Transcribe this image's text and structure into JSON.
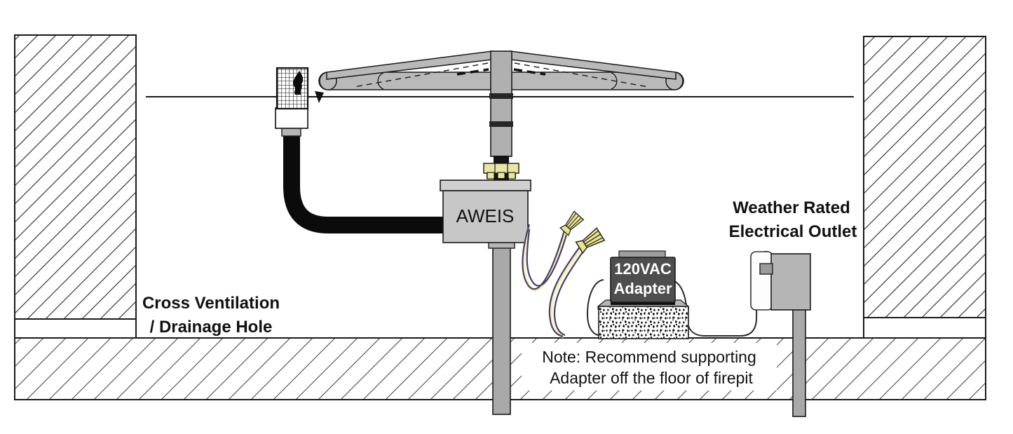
{
  "labels": {
    "aweis": "AWEIS",
    "adapter": {
      "line1": "120VAC",
      "line2": "Adapter"
    },
    "outlet": {
      "line1": "Weather Rated",
      "line2": "Electrical Outlet"
    },
    "vent": {
      "line1": "Cross Ventilation",
      "line2": "/ Drainage Hole"
    },
    "note": {
      "line1": "Note: Recommend supporting",
      "line2": "Adapter off the floor of firepit"
    }
  },
  "icons": {
    "flame_icon": "pilot-flame",
    "wire_nut_icon": "twist-on-wire-connector",
    "hatch_icon": "diagonal-section-hatch"
  },
  "colors": {
    "background": "#ffffff",
    "line": "#1a1a1a",
    "metal_gray": "#b9b9b9",
    "pipe_gray": "#b0b0b0",
    "post_gray": "#a9a9a9",
    "box_gray": "#c7c7c7",
    "lid_gray": "#d0d0d0",
    "adapter_dark": "#4e4e4e",
    "tab_gray": "#9e9e9e",
    "brass_yellow": "#e9e5a3",
    "wire_nut_yellow": "#e9e68a",
    "wire_dark": "#474066",
    "wire_pale": "#f6f0bb",
    "hose_black": "#0b0b0b"
  }
}
